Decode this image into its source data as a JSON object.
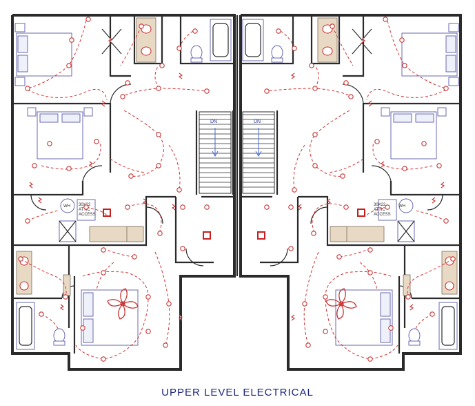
{
  "title": "UPPER LEVEL ELECTRICAL",
  "labels": {
    "stair_left_dn": "DN",
    "stair_right_dn": "DN",
    "water_heater_left": "WH",
    "water_heater_right": "WH",
    "attic_access_left": "30X22\nATTIC\nACCESS",
    "attic_access_right": "30X22\nATTIC\nACCESS"
  },
  "colors": {
    "walls": "#2a2a2a",
    "electrical": "#d23030",
    "furniture": "#5a5aa8",
    "title": "#1a237e"
  }
}
